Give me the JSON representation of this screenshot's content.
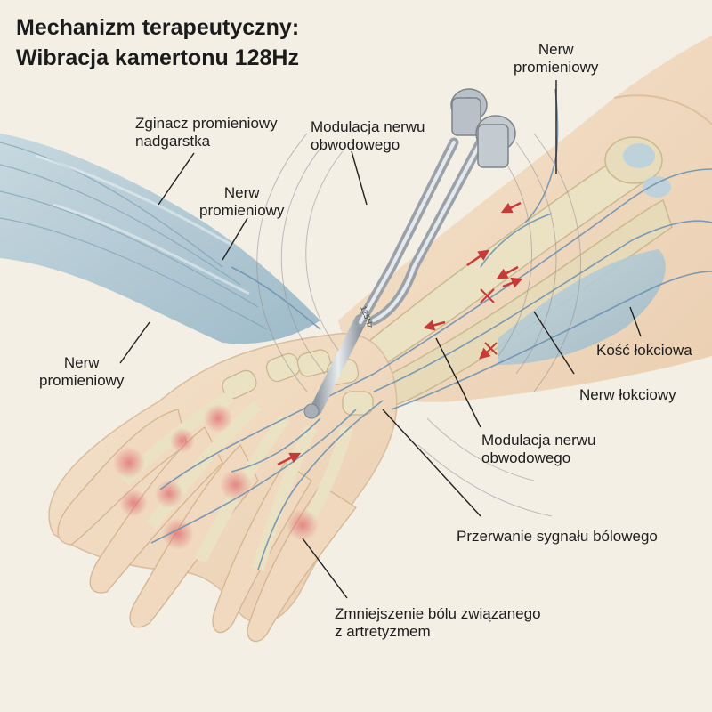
{
  "title": {
    "line1": "Mechanizm terapeutyczny:",
    "line2": "Wibracja kamertonu 128Hz"
  },
  "tuning_fork": {
    "stem_text": "125Hz"
  },
  "labels": {
    "flexor_carpi_radialis": {
      "line1": "Zginacz promieniowy",
      "line2": "nadgarstka"
    },
    "radial_nerve_top": {
      "line1": "Nerw",
      "line2": "promieniowy"
    },
    "radial_nerve_upper_arm": {
      "line1": "Nerw",
      "line2": "promieniowy"
    },
    "radial_nerve_left": {
      "line1": "Nerw",
      "line2": "promieniowy"
    },
    "peripheral_modulation_top": {
      "line1": "Modulacja nerwu",
      "line2": "obwodowego"
    },
    "peripheral_modulation_mid": {
      "line1": "Modulacja nerwu",
      "line2": "obwodowego"
    },
    "ulna": {
      "line1": "Kość łokciowa"
    },
    "ulnar_nerve": {
      "line1": "Nerw łokciowy"
    },
    "pain_signal_interruption": {
      "line1": "Przerwanie sygnału bólowego"
    },
    "arthritis_pain_reduction": {
      "line1": "Zmniejszenie bólu związanego",
      "line2": "z artretyzmem"
    }
  },
  "colors": {
    "background": "#f3efe4",
    "skin": "#f0d9bf",
    "bone": "#ebe1c3",
    "nerve": "#6f93b2",
    "muscle": "#a9c4d2",
    "inflammation": "#d9787a",
    "arrow": "#c73a38",
    "metal": "#b9c0c7"
  },
  "icons": {
    "signal_arrows": "arrow-icon",
    "vibration": "vibration-wave-icon"
  }
}
